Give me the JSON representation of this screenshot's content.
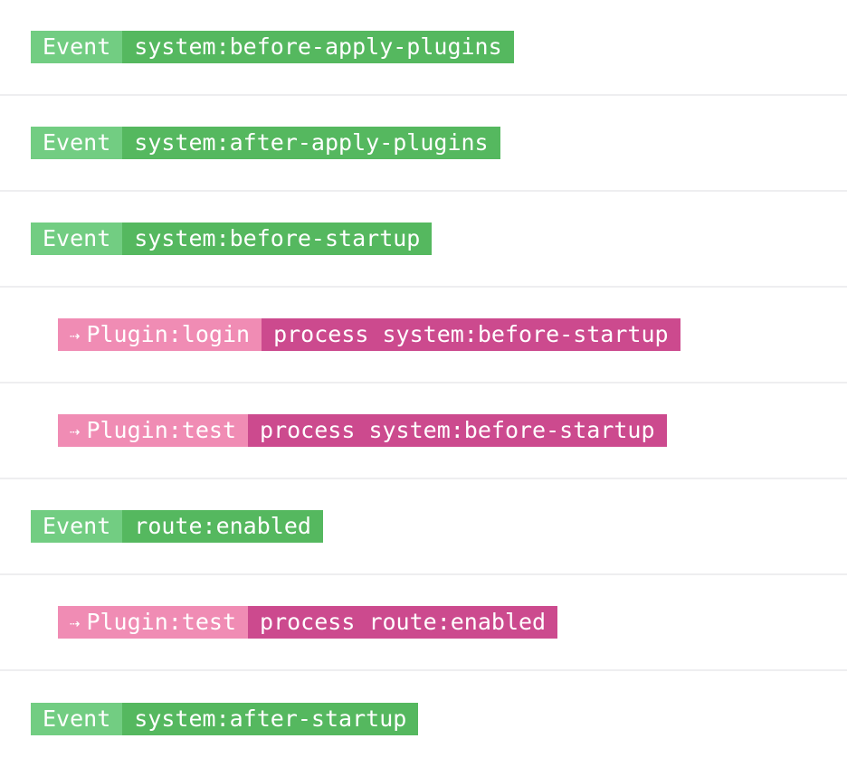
{
  "page": {
    "background": "#ffffff",
    "separator_color": "#eeeef0"
  },
  "colors": {
    "event_tag_bg": "#72cd82",
    "event_msg_bg": "#55b85f",
    "plugin_tag_bg": "#f08cb4",
    "plugin_msg_bg": "#cc4a8e",
    "text": "#ffffff"
  },
  "icons": {
    "dashed-arrow-right": "⇢"
  },
  "log": {
    "rows": [
      {
        "kind": "event",
        "indent": "none",
        "tag": "Event",
        "message": "system:before-apply-plugins"
      },
      {
        "kind": "event",
        "indent": "none",
        "tag": "Event",
        "message": "system:after-apply-plugins"
      },
      {
        "kind": "event",
        "indent": "none",
        "tag": "Event",
        "message": "system:before-startup"
      },
      {
        "kind": "plugin",
        "indent": "one",
        "icon": "⇢",
        "tag": "Plugin:login",
        "message": "process system:before-startup"
      },
      {
        "kind": "plugin",
        "indent": "one",
        "icon": "⇢",
        "tag": "Plugin:test",
        "message": "process system:before-startup"
      },
      {
        "kind": "event",
        "indent": "none",
        "tag": "Event",
        "message": "route:enabled"
      },
      {
        "kind": "plugin",
        "indent": "one",
        "icon": "⇢",
        "tag": "Plugin:test",
        "message": "process route:enabled"
      },
      {
        "kind": "event",
        "indent": "none",
        "tag": "Event",
        "message": "system:after-startup"
      }
    ]
  }
}
